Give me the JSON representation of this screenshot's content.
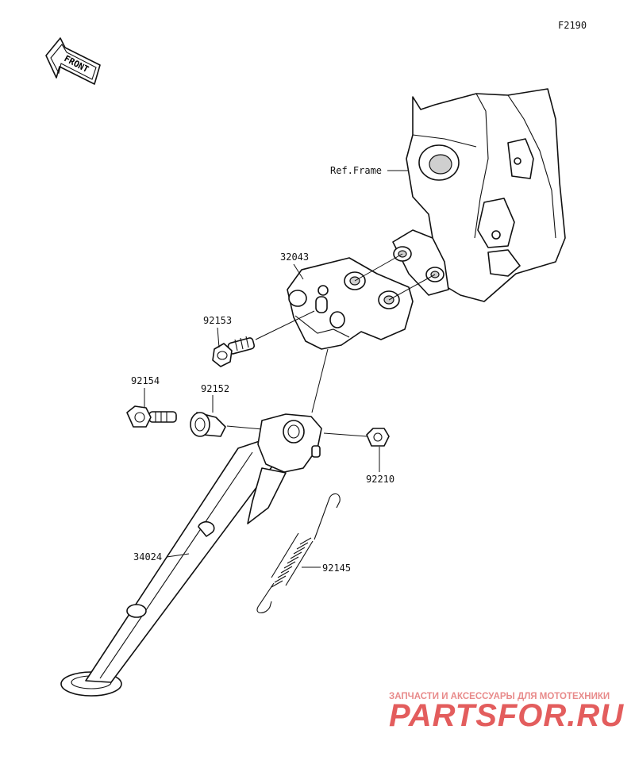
{
  "diagram": {
    "figure_code": "F2190",
    "front_label": "FRONT",
    "ref_label": "Ref.Frame",
    "parts": [
      {
        "number": "32043"
      },
      {
        "number": "92153"
      },
      {
        "number": "92154"
      },
      {
        "number": "92152"
      },
      {
        "number": "92210"
      },
      {
        "number": "34024"
      },
      {
        "number": "92145"
      }
    ]
  },
  "watermark": {
    "tagline": "ЗАПЧАСТИ И АКСЕССУАРЫ ДЛЯ МОТОТЕХНИКИ",
    "site": "PARTSFOR.RU",
    "color": "#e35d5d"
  }
}
